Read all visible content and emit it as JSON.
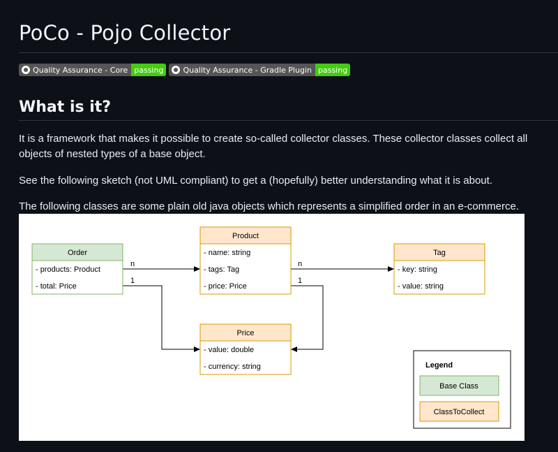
{
  "page": {
    "title": "PoCo - Pojo Collector",
    "badges": [
      {
        "label": "Quality Assurance - Core",
        "status": "passing",
        "icon": "github-icon",
        "status_color": "#44cc11"
      },
      {
        "label": "Quality Assurance - Gradle Plugin",
        "status": "passing",
        "icon": "github-icon",
        "status_color": "#44cc11"
      }
    ],
    "section_heading": "What is it?",
    "paragraphs": [
      "It is a framework that makes it possible to create so-called collector classes. These collector classes collect all objects of nested types of a base object.",
      "See the following sketch (not UML compliant) to get a (hopefully) better understanding what it is about.",
      "The following classes are some plain old java objects which represents a simplified order in an e-commerce."
    ]
  },
  "diagram": {
    "colors": {
      "base_fill": "#d5e8d4",
      "base_stroke": "#82b366",
      "collect_fill": "#ffe6cc",
      "collect_stroke": "#d79b00"
    },
    "classes": {
      "order": {
        "name": "Order",
        "fields": [
          "- products: Product",
          "- total: Price"
        ]
      },
      "product": {
        "name": "Product",
        "fields": [
          "- name: string",
          "- tags: Tag",
          "- price: Price"
        ]
      },
      "tag": {
        "name": "Tag",
        "fields": [
          "- key: string",
          "- value: string"
        ]
      },
      "price": {
        "name": "Price",
        "fields": [
          "- value: double",
          "- currency: string"
        ]
      }
    },
    "multiplicities": {
      "order_products": "n",
      "order_total": "1",
      "product_tags": "n",
      "product_price": "1"
    },
    "legend": {
      "title": "Legend",
      "base": "Base Class",
      "collect": "ClassToCollect"
    }
  }
}
